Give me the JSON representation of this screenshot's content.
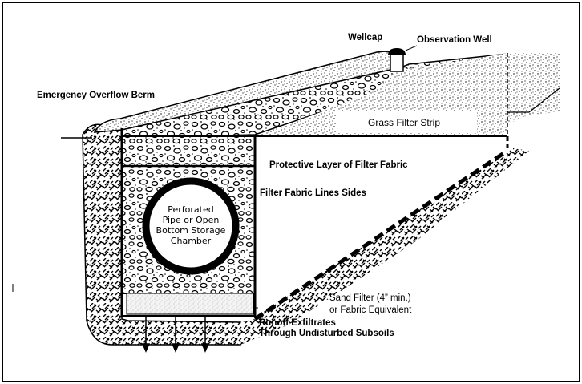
{
  "labels": {
    "wellcap": "Wellcap",
    "observation_well": "Observation Well",
    "emergency_overflow_berm": "Emergency Overflow Berm",
    "grass_filter_strip": "Grass Filter Strip",
    "protective_layer": "Protective Layer of Filter Fabric",
    "filter_fabric_sides": "Filter Fabric Lines Sides",
    "pipe_line1": "Perforated",
    "pipe_line2": "Pipe or Open",
    "pipe_line3": "Bottom Storage",
    "pipe_line4": "Chamber",
    "sand_filter_line1": "Sand Filter (4” min.)",
    "sand_filter_line2": "or Fabric Equivalent",
    "runoff_line1": "Runoff Exfiltrates",
    "runoff_line2": "Through Undisturbed Subsoils"
  },
  "colors": {
    "ink": "#000000",
    "paper": "#ffffff",
    "sand": "#f4f4f4"
  }
}
